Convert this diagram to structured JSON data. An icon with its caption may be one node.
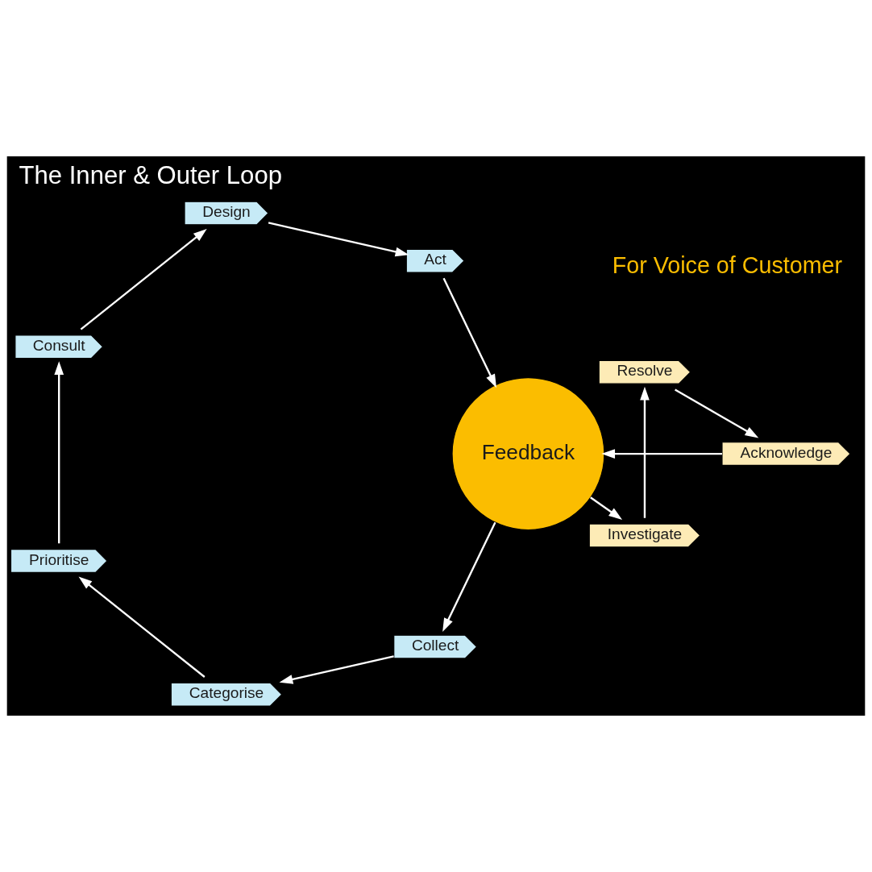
{
  "diagram": {
    "title": "The Inner & Outer Loop",
    "nodes": [
      {
        "text": [
          "Feedback"
        ]
      },
      {
        "text": [
          "Collect"
        ]
      },
      {
        "text": [
          "Categorise"
        ]
      },
      {
        "text": [
          "Prioritise"
        ]
      },
      {
        "text": [
          "Consult"
        ]
      },
      {
        "text": [
          "Design"
        ]
      },
      {
        "text": [
          "Act"
        ]
      },
      {
        "text": [
          "Investigate"
        ]
      },
      {
        "text": [
          "Resolve"
        ]
      },
      {
        "text": [
          "Acknowledge"
        ]
      }
    ],
    "edges": [
      {
        "from": 0,
        "to": 1,
        "arrow": "to"
      },
      {
        "from": 1,
        "to": 2,
        "arrow": "to"
      },
      {
        "from": 2,
        "to": 3,
        "arrow": "to"
      },
      {
        "from": 3,
        "to": 4,
        "arrow": "to"
      },
      {
        "from": 4,
        "to": 5,
        "arrow": "to"
      },
      {
        "from": 5,
        "to": 6,
        "arrow": "to"
      },
      {
        "from": 6,
        "to": 0,
        "arrow": "to"
      },
      {
        "from": 0,
        "to": 7,
        "arrow": "to"
      },
      {
        "from": 7,
        "to": 8,
        "arrow": "to"
      },
      {
        "from": 8,
        "to": 9,
        "arrow": "to"
      },
      {
        "from": 9,
        "to": 0,
        "arrow": "to"
      }
    ],
    "labels": [
      "For Voice of Customer"
    ]
  }
}
